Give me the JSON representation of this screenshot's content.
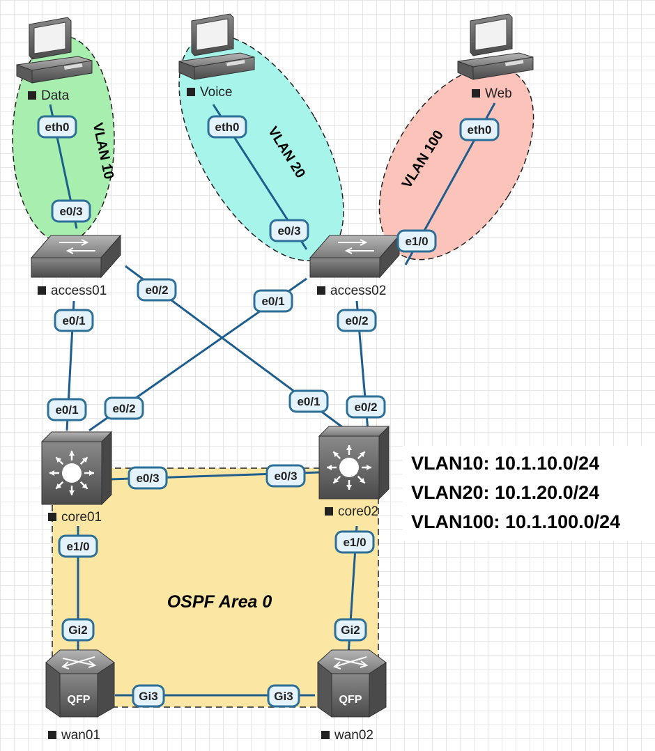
{
  "colors": {
    "vlan10_fill": "#a8eeae",
    "vlan20_fill": "#a6f4ea",
    "vlan100_fill": "#fcc3ba",
    "ospf_fill": "#fce6a3",
    "link": "#1f5e8c",
    "iface_fill": "#e4f2fb",
    "iface_border": "#2c6f98"
  },
  "zones": {
    "vlan10": "VLAN 10",
    "vlan20": "VLAN 20",
    "vlan100": "VLAN 100",
    "ospf": "OSPF Area 0"
  },
  "nodes": {
    "data": {
      "label": "Data",
      "icon": "desktop-pc-icon"
    },
    "voice": {
      "label": "Voice",
      "icon": "desktop-pc-icon"
    },
    "web": {
      "label": "Web",
      "icon": "desktop-pc-icon"
    },
    "access01": {
      "label": "access01",
      "icon": "l2-switch-icon"
    },
    "access02": {
      "label": "access02",
      "icon": "l2-switch-icon"
    },
    "core01": {
      "label": "core01",
      "icon": "l3-switch-icon"
    },
    "core02": {
      "label": "core02",
      "icon": "l3-switch-icon"
    },
    "wan01": {
      "label": "wan01",
      "icon": "qfp-router-icon",
      "badge": "QFP"
    },
    "wan02": {
      "label": "wan02",
      "icon": "qfp-router-icon",
      "badge": "QFP"
    }
  },
  "links": [
    {
      "a": "data",
      "a_if": "eth0",
      "b": "access01",
      "b_if": "e0/3"
    },
    {
      "a": "voice",
      "a_if": "eth0",
      "b": "access02",
      "b_if": "e0/3"
    },
    {
      "a": "web",
      "a_if": "eth0",
      "b": "access02",
      "b_if": "e1/0"
    },
    {
      "a": "access01",
      "a_if": "e0/1",
      "b": "core01",
      "b_if": "e0/1"
    },
    {
      "a": "access01",
      "a_if": "e0/2",
      "b": "core02",
      "b_if": "e0/1"
    },
    {
      "a": "access02",
      "a_if": "e0/1",
      "b": "core01",
      "b_if": "e0/2"
    },
    {
      "a": "access02",
      "a_if": "e0/2",
      "b": "core02",
      "b_if": "e0/2"
    },
    {
      "a": "core01",
      "a_if": "e0/3",
      "b": "core02",
      "b_if": "e0/3"
    },
    {
      "a": "core01",
      "a_if": "e1/0",
      "b": "wan01",
      "b_if": "Gi2"
    },
    {
      "a": "core02",
      "a_if": "e1/0",
      "b": "wan02",
      "b_if": "Gi2"
    },
    {
      "a": "wan01",
      "a_if": "Gi3",
      "b": "wan02",
      "b_if": "Gi3"
    }
  ],
  "subnets": [
    "VLAN10: 10.1.10.0/24",
    "VLAN20: 10.1.20.0/24",
    "VLAN100: 10.1.100.0/24"
  ]
}
